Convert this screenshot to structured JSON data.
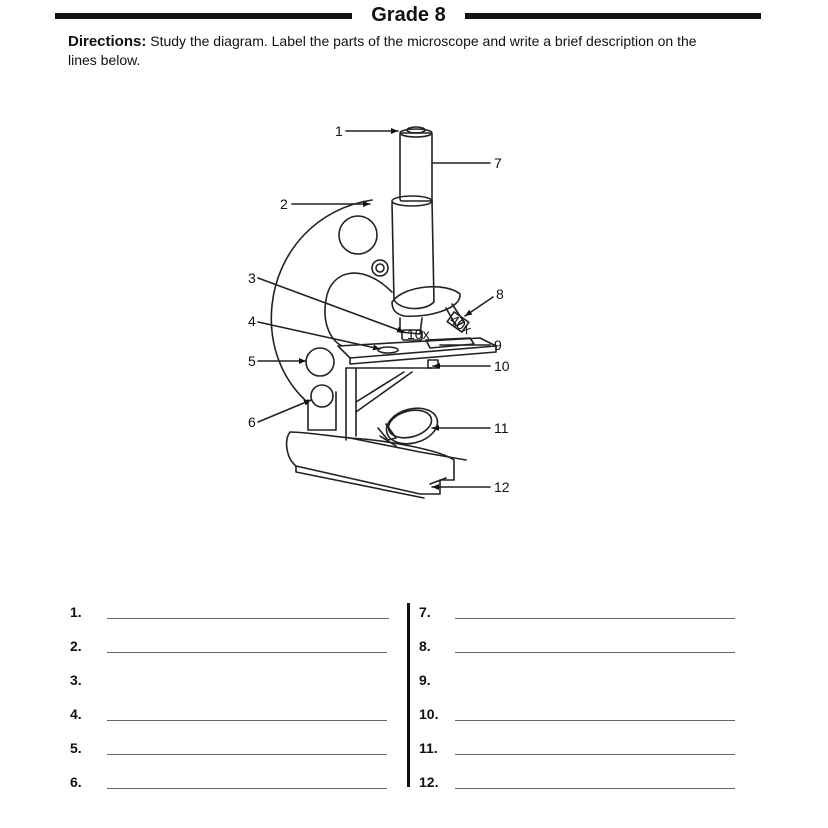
{
  "header": {
    "title": "Grade 8"
  },
  "directions": {
    "lead": "Directions:",
    "text": " Study the diagram. Label the parts of the microscope and write a brief description on the lines below."
  },
  "diagram": {
    "callouts": [
      "1",
      "2",
      "3",
      "4",
      "5",
      "6",
      "7",
      "8",
      "9",
      "10",
      "11",
      "12"
    ],
    "objective_marks": [
      "10x",
      "40x"
    ]
  },
  "answers": {
    "left": [
      "1.",
      "2.",
      "3.",
      "4.",
      "5.",
      "6."
    ],
    "right": [
      "7.",
      "8.",
      "9.",
      "10.",
      "11.",
      "12."
    ]
  }
}
